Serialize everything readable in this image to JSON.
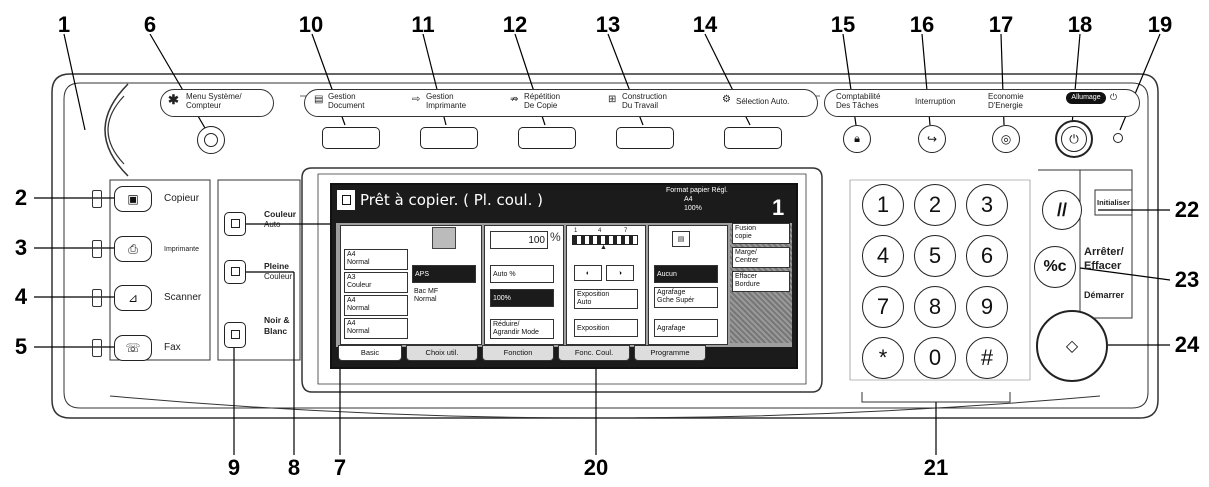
{
  "callouts": [
    "1",
    "2",
    "3",
    "4",
    "5",
    "6",
    "7",
    "8",
    "9",
    "10",
    "11",
    "12",
    "13",
    "14",
    "15",
    "16",
    "17",
    "18",
    "19",
    "20",
    "21",
    "22",
    "23",
    "24"
  ],
  "top_buttons": {
    "system_menu": [
      "Menu Système/",
      "Compteur"
    ],
    "document": [
      "Gestion",
      "Document"
    ],
    "printer": [
      "Gestion",
      "Imprimante"
    ],
    "copy_repeat": [
      "Répétition",
      "De Copie"
    ],
    "job_build": [
      "Construction",
      "Du Travail"
    ],
    "auto_select": [
      "Sélection Auto."
    ],
    "job_accounting": [
      "Comptabilité",
      "Des Tâches"
    ],
    "interrupt": [
      "Interruption"
    ],
    "energy_saver": [
      "Economie",
      "D'Energie"
    ],
    "power_badge": "Allumage"
  },
  "mode_keys": [
    "Copieur",
    "Imprimante",
    "Scanner",
    "Fax"
  ],
  "color_keys": [
    [
      "Couleur",
      "Auto"
    ],
    [
      "Pleine",
      "Couleur"
    ],
    [
      "Noir &",
      "Blanc"
    ]
  ],
  "screen": {
    "title": "Prêt à copier. ( Pl. coul. )",
    "format": [
      "Format papier Régl.",
      "A4",
      "100%"
    ],
    "copies": "1",
    "paper_rows": [
      [
        "A4",
        "Normal"
      ],
      [
        "A3",
        "Couleur"
      ],
      [
        "A4",
        "Normal"
      ],
      [
        "A4",
        "Normal"
      ]
    ],
    "aps": "APS",
    "bypass": [
      "Bac MF",
      "Normal"
    ],
    "zoom": "100",
    "zoom_unit": "%",
    "zoom_auto": "Auto %",
    "zoom_100": "100%",
    "zoom_reduce": [
      "Réduire/",
      "Agrandir Mode"
    ],
    "exposure_scale": [
      "1",
      "4",
      "7"
    ],
    "exposure_auto": [
      "Exposition",
      "Auto"
    ],
    "exposure": "Exposition",
    "staple_none": "Aucun",
    "staple_top": [
      "Agrafage",
      "Gche Supér"
    ],
    "staple": "Agrafage",
    "right_btns": [
      [
        "Fusion",
        "copie"
      ],
      [
        "Marge/",
        "Centrer"
      ],
      [
        "Effacer",
        "Bordure"
      ]
    ],
    "tabs": [
      "Basic",
      "Choix util.",
      "Fonction",
      "Fonc. Coul.",
      "Programme"
    ]
  },
  "keypad": [
    "1",
    "2",
    "3",
    "4",
    "5",
    "6",
    "7",
    "8",
    "9",
    "*",
    "0",
    "#"
  ],
  "right_labels": {
    "reset": "Initialiser",
    "stop": [
      "Arrêter/",
      "Effacer"
    ],
    "start": "Démarrer"
  }
}
